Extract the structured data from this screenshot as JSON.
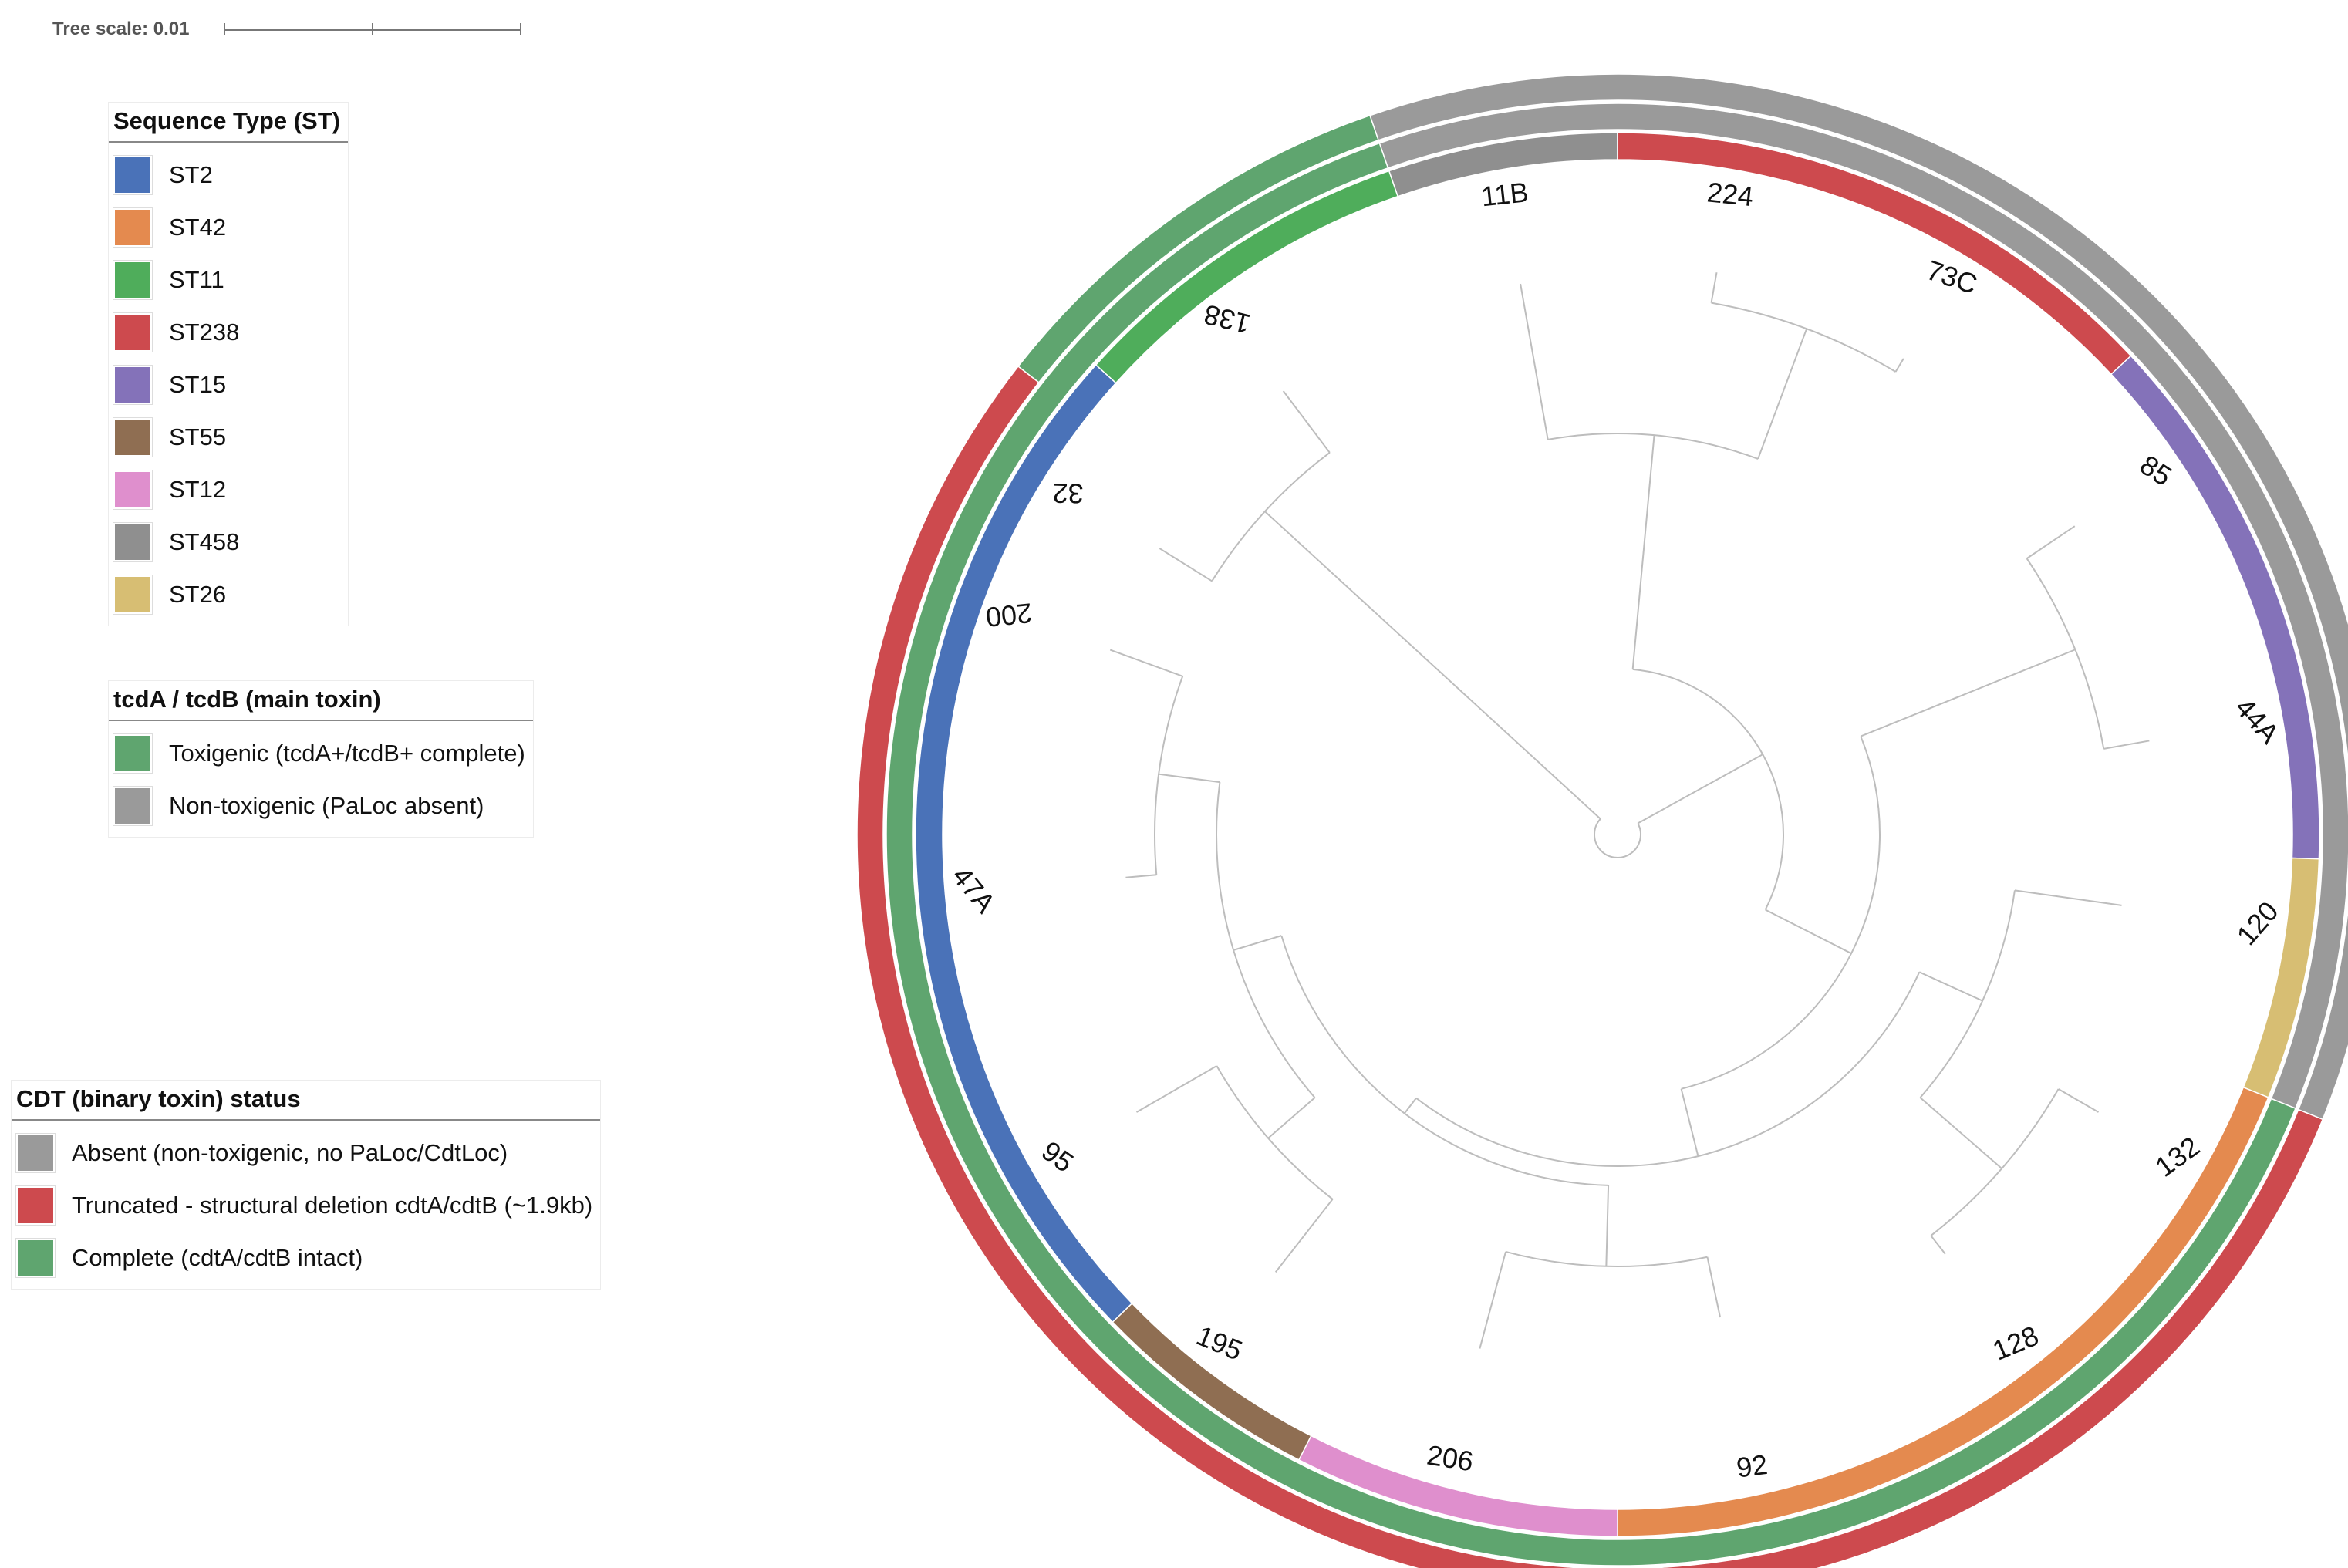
{
  "scale": {
    "label": "Tree scale: 0.01"
  },
  "legends": {
    "st": {
      "title": "Sequence Type (ST)",
      "items": [
        {
          "label": "ST2",
          "color": "#4a72b8"
        },
        {
          "label": "ST42",
          "color": "#e48a4f"
        },
        {
          "label": "ST11",
          "color": "#4fad5b"
        },
        {
          "label": "ST238",
          "color": "#cd4a4e"
        },
        {
          "label": "ST15",
          "color": "#8472b9"
        },
        {
          "label": "ST55",
          "color": "#8f6e52"
        },
        {
          "label": "ST12",
          "color": "#df8fcd"
        },
        {
          "label": "ST458",
          "color": "#8f8f8f"
        },
        {
          "label": "ST26",
          "color": "#d7be73"
        }
      ]
    },
    "tcd": {
      "title": "tcdA / tcdB (main toxin)",
      "items": [
        {
          "label": "Toxigenic (tcdA+/tcdB+ complete)",
          "color": "#5fa56f"
        },
        {
          "label": "Non-toxigenic (PaLoc absent)",
          "color": "#9a9a9a"
        }
      ]
    },
    "cdt": {
      "title": "CDT (binary toxin) status",
      "items": [
        {
          "label": "Absent (non-toxigenic, no PaLoc/CdtLoc)",
          "color": "#9a9a9a"
        },
        {
          "label": "Truncated - structural deletion cdtA/cdtB (~1.9kb)",
          "color": "#cd4a4e"
        },
        {
          "label": "Complete (cdtA/cdtB intact)",
          "color": "#5fa56f"
        }
      ]
    }
  },
  "tips": [
    {
      "label": "11B",
      "angle": -10,
      "st": "ST458",
      "tcd": "Non-toxigenic",
      "cdt": "Absent"
    },
    {
      "label": "224",
      "angle": 10,
      "st": "ST238",
      "tcd": "Non-toxigenic",
      "cdt": "Absent"
    },
    {
      "label": "73C",
      "angle": 31,
      "st": "ST238",
      "tcd": "Non-toxigenic",
      "cdt": "Absent"
    },
    {
      "label": "85",
      "angle": 56,
      "st": "ST15",
      "tcd": "Non-toxigenic",
      "cdt": "Absent"
    },
    {
      "label": "44A",
      "angle": 80,
      "st": "ST15",
      "tcd": "Non-toxigenic",
      "cdt": "Absent"
    },
    {
      "label": "120",
      "angle": 98,
      "st": "ST26",
      "tcd": "Non-toxigenic",
      "cdt": "Absent"
    },
    {
      "label": "132",
      "angle": 120,
      "st": "ST42",
      "tcd": "Toxigenic",
      "cdt": "Truncated"
    },
    {
      "label": "128",
      "angle": 142,
      "st": "ST42",
      "tcd": "Toxigenic",
      "cdt": "Truncated"
    },
    {
      "label": "92",
      "angle": 168,
      "st": "ST42",
      "tcd": "Toxigenic",
      "cdt": "Truncated"
    },
    {
      "label": "206",
      "angle": 195,
      "st": "ST12",
      "tcd": "Toxigenic",
      "cdt": "Truncated"
    },
    {
      "label": "195",
      "angle": 218,
      "st": "ST55",
      "tcd": "Toxigenic",
      "cdt": "Truncated"
    },
    {
      "label": "95",
      "angle": 240,
      "st": "ST2",
      "tcd": "Toxigenic",
      "cdt": "Truncated"
    },
    {
      "label": "47A",
      "angle": 265,
      "st": "ST2",
      "tcd": "Toxigenic",
      "cdt": "Truncated"
    },
    {
      "label": "200",
      "angle": 290,
      "st": "ST2",
      "tcd": "Toxigenic",
      "cdt": "Truncated"
    },
    {
      "label": "32",
      "angle": 302,
      "st": "ST2",
      "tcd": "Toxigenic",
      "cdt": "Truncated"
    },
    {
      "label": "138",
      "angle": 323,
      "st": "ST11",
      "tcd": "Toxigenic",
      "cdt": "Complete"
    }
  ],
  "ring_segments": {
    "st": [
      {
        "start": -19,
        "end": 0,
        "value": "ST458"
      },
      {
        "start": 0,
        "end": 47,
        "value": "ST238"
      },
      {
        "start": 47,
        "end": 92,
        "value": "ST15"
      },
      {
        "start": 92,
        "end": 112,
        "value": "ST26"
      },
      {
        "start": 112,
        "end": 180,
        "value": "ST42"
      },
      {
        "start": 180,
        "end": 207,
        "value": "ST12"
      },
      {
        "start": 207,
        "end": 226,
        "value": "ST55"
      },
      {
        "start": 226,
        "end": 312,
        "value": "ST2"
      },
      {
        "start": 312,
        "end": 341,
        "value": "ST11"
      }
    ],
    "tcd": [
      {
        "start": -19,
        "end": 112,
        "value": "Non-toxigenic"
      },
      {
        "start": 112,
        "end": 341,
        "value": "Toxigenic"
      }
    ],
    "cdt": [
      {
        "start": -19,
        "end": 112,
        "value": "Absent"
      },
      {
        "start": 112,
        "end": 308,
        "value": "Truncated"
      },
      {
        "start": 308,
        "end": 341,
        "value": "Complete"
      }
    ]
  }
}
